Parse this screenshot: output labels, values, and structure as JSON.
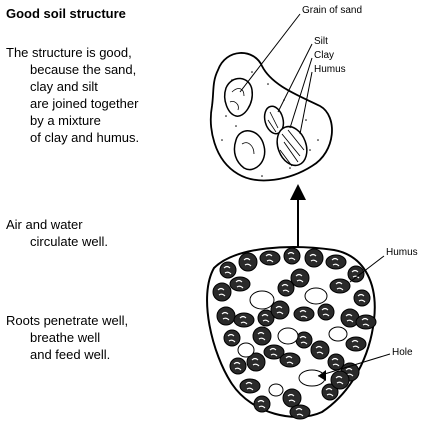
{
  "title": "Good soil structure",
  "paragraph1": {
    "lines": [
      "The structure is good,",
      "because the sand,",
      "clay and silt",
      "are joined together",
      "by a mixture",
      "of clay and humus."
    ]
  },
  "paragraph2": {
    "lines": [
      "Air and water",
      "circulate well."
    ]
  },
  "paragraph3": {
    "lines": [
      "Roots penetrate well,",
      "breathe well",
      "and feed well."
    ]
  },
  "labels": {
    "grain_of_sand": "Grain of sand",
    "silt": "Silt",
    "clay": "Clay",
    "humus_top": "Humus",
    "humus": "Humus",
    "hole": "Hole"
  },
  "colors": {
    "ink": "#000000",
    "paper": "#ffffff",
    "aggregate": "#2a2a2a"
  }
}
